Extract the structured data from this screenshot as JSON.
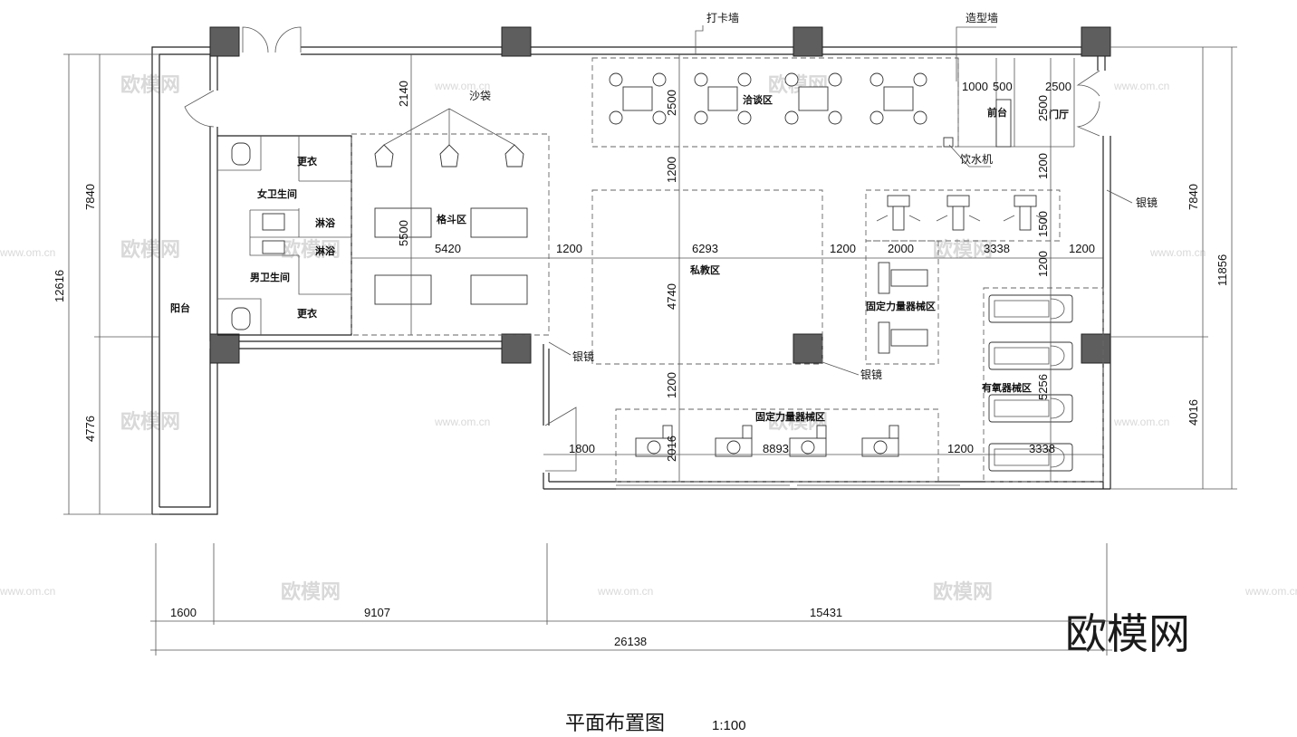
{
  "drawing_title": "平面布置图",
  "scale": "1:100",
  "watermark": {
    "logo": "欧模网",
    "url": "www.om.cn"
  },
  "zones": {
    "checkin_wall": "打卡墙",
    "feature_wall": "造型墙",
    "sandbag": "沙袋",
    "negotiation": "洽谈区",
    "reception": "前台",
    "lobby": "门厅",
    "water_dispenser": "饮水机",
    "mirror": "银镜",
    "changing": "更衣",
    "womens_wc": "女卫生间",
    "mens_wc": "男卫生间",
    "shower": "淋浴",
    "boxing": "格斗区",
    "private": "私教区",
    "fixed_strength": "固定力量器械区",
    "cardio": "有氧器械区",
    "balcony": "阳台"
  },
  "dimensions": {
    "left_outer": "12616",
    "left_upper": "7840",
    "left_lower": "4776",
    "right_outer": "11856",
    "right_upper": "7840",
    "right_lower": "4016",
    "bottom_1": "1600",
    "bottom_2": "9107",
    "bottom_3": "15431",
    "bottom_total": "26138",
    "d_2140": "2140",
    "d_2500a": "2500",
    "d_1200a": "1200",
    "d_5500": "5500",
    "d_5420": "5420",
    "d_1200b": "1200",
    "d_6293": "6293",
    "d_1200c": "1200",
    "d_4740": "4740",
    "d_1200d": "1200",
    "d_1800": "1800",
    "d_2016": "2016",
    "d_8893": "8893",
    "d_1200e": "1200",
    "d_3338a": "3338",
    "d_1000": "1000",
    "d_500": "500",
    "d_2500b": "2500",
    "d_2500c": "2500",
    "d_1200f": "1200",
    "d_1500": "1500",
    "d_2000": "2000",
    "d_3338b": "3338",
    "d_1200g": "1200",
    "d_1200h": "1200",
    "d_5256": "5256"
  }
}
